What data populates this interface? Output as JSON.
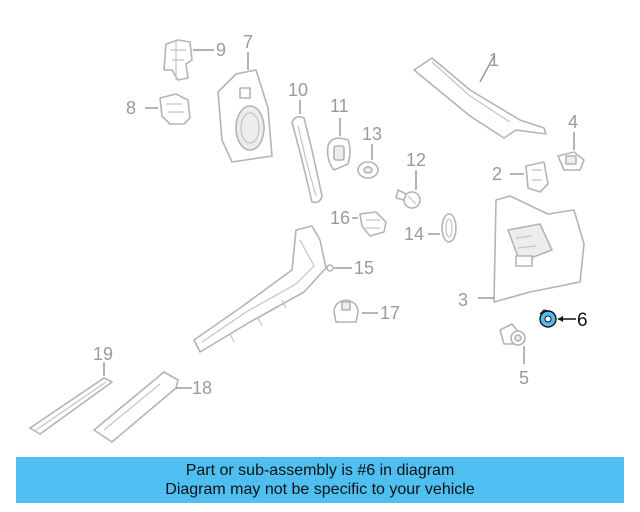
{
  "diagram": {
    "callouts": [
      "1",
      "2",
      "3",
      "4",
      "5",
      "6",
      "7",
      "8",
      "9",
      "10",
      "11",
      "12",
      "13",
      "14",
      "15",
      "16",
      "17",
      "18",
      "19"
    ],
    "highlighted_callout": "6",
    "highlight_color": "#4fbff2",
    "part_color": "#b4b4b4",
    "label_color": "#9a9a9a"
  },
  "banner": {
    "line1": "Part or sub-assembly is #6 in diagram",
    "line2": "Diagram may not be specific to your vehicle",
    "background": "#4fbff2"
  }
}
